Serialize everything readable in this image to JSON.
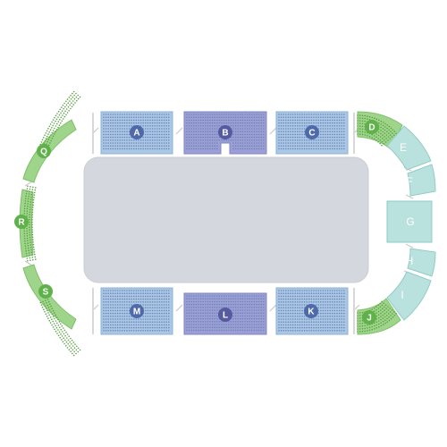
{
  "colors": {
    "floor": "#d4d7de",
    "floor_stroke": "#c9ccd4",
    "sideline": "#aac7e6",
    "sideline_stroke": "#8db0d6",
    "center": "#9b9fd6",
    "center_stroke": "#7f85c6",
    "end": "#b9e2df",
    "end_stroke": "#92cbc6",
    "green": "#9fd58a",
    "green_stroke": "#7fbf6a",
    "badge_blue": "#4f6aa8",
    "badge_purple": "#565b9f",
    "badge_green": "#5fb14a",
    "badge_end_text": "#5c8c88",
    "dots": "#6f86b5",
    "gangway": "#c9c9c9"
  },
  "sections": {
    "A": "A",
    "B": "B",
    "C": "C",
    "D": "D",
    "E": "E",
    "F": "F",
    "G": "G",
    "H": "H",
    "I": "I",
    "J": "J",
    "K": "K",
    "L": "L",
    "M": "M",
    "Q": "Q",
    "R": "R",
    "S": "S"
  }
}
